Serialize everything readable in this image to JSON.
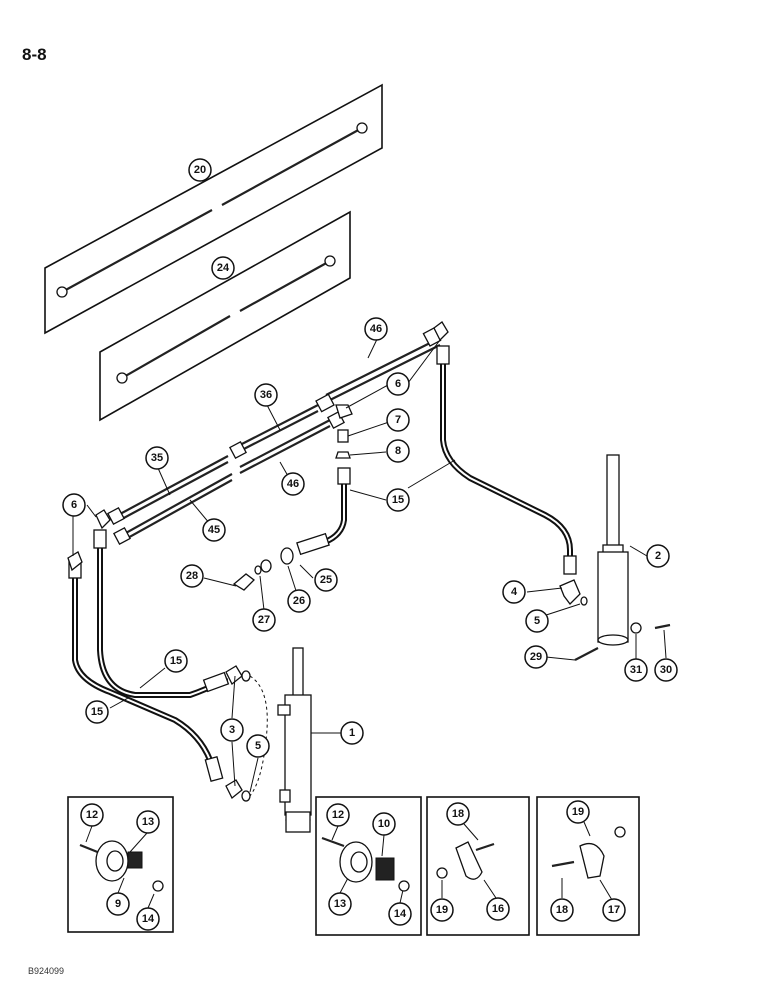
{
  "page": {
    "label": "8-8",
    "figure_code": "B924099"
  },
  "callouts": {
    "c20": "20",
    "c24": "24",
    "c46a": "46",
    "c6a": "6",
    "c36": "36",
    "c7": "7",
    "c8": "8",
    "c35": "35",
    "c46b": "46",
    "c15a": "15",
    "c6b": "6",
    "c45": "45",
    "c2": "2",
    "c28": "28",
    "c25": "25",
    "c26": "26",
    "c27": "27",
    "c4": "4",
    "c5a": "5",
    "c15b": "15",
    "c29": "29",
    "c31": "31",
    "c30": "30",
    "c15c": "15",
    "c3": "3",
    "c1": "1",
    "c5b": "5",
    "p1_12": "12",
    "p1_13": "13",
    "p1_9": "9",
    "p1_14": "14",
    "p2_12": "12",
    "p2_10": "10",
    "p2_13": "13",
    "p2_14": "14",
    "p3_18": "18",
    "p3_19": "19",
    "p3_16": "16",
    "p4_19": "19",
    "p4_18": "18",
    "p4_17": "17"
  }
}
